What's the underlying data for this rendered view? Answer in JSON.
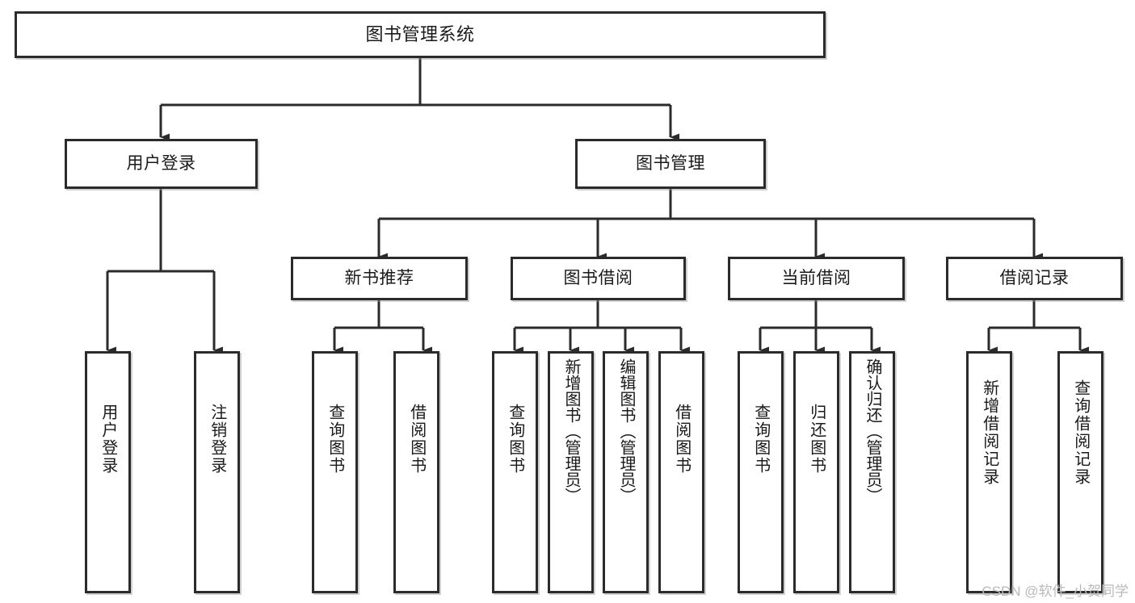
{
  "diagram": {
    "title": "图书管理系统",
    "type": "hierarchy-tree",
    "orientation": "top-down",
    "colors": {
      "box_border": "#2b2b2b",
      "box_fill": "#ffffff",
      "edge": "#2b2b2b",
      "background": "#ffffff",
      "watermark": "#b9b9b9"
    },
    "levels": {
      "level1": [
        {
          "id": "root",
          "label": "图书管理系统"
        }
      ],
      "level2": [
        {
          "id": "user-login",
          "label": "用户登录"
        },
        {
          "id": "book-manage",
          "label": "图书管理"
        }
      ],
      "level3": [
        {
          "id": "new-book-recommend",
          "label": "新书推荐"
        },
        {
          "id": "book-borrow",
          "label": "图书借阅"
        },
        {
          "id": "current-borrow",
          "label": "当前借阅"
        },
        {
          "id": "borrow-record",
          "label": "借阅记录"
        }
      ],
      "level4": [
        {
          "id": "leaf-user-login",
          "label": "用户登录",
          "parent": "user-login"
        },
        {
          "id": "leaf-logout-login",
          "label": "注销登录",
          "parent": "user-login"
        },
        {
          "id": "leaf-query-book-1",
          "label": "查询图书",
          "parent": "new-book-recommend"
        },
        {
          "id": "leaf-borrow-book-1",
          "label": "借阅图书",
          "parent": "new-book-recommend"
        },
        {
          "id": "leaf-query-book-2",
          "label": "查询图书",
          "parent": "book-borrow"
        },
        {
          "id": "leaf-add-book",
          "label": "新增图书（管理员）",
          "parent": "book-borrow"
        },
        {
          "id": "leaf-edit-book",
          "label": "编辑图书（管理员）",
          "parent": "book-borrow"
        },
        {
          "id": "leaf-borrow-book-2",
          "label": "借阅图书",
          "parent": "book-borrow"
        },
        {
          "id": "leaf-query-book-3",
          "label": "查询图书",
          "parent": "current-borrow"
        },
        {
          "id": "leaf-return-book",
          "label": "归还图书",
          "parent": "current-borrow"
        },
        {
          "id": "leaf-confirm-return",
          "label": "确认归还（管理员）",
          "parent": "current-borrow"
        },
        {
          "id": "leaf-add-record",
          "label": "新增借阅记录",
          "parent": "borrow-record"
        },
        {
          "id": "leaf-query-record",
          "label": "查询借阅记录",
          "parent": "borrow-record"
        }
      ]
    }
  },
  "watermark": {
    "text": "CSDN @软件_小贺同学"
  }
}
